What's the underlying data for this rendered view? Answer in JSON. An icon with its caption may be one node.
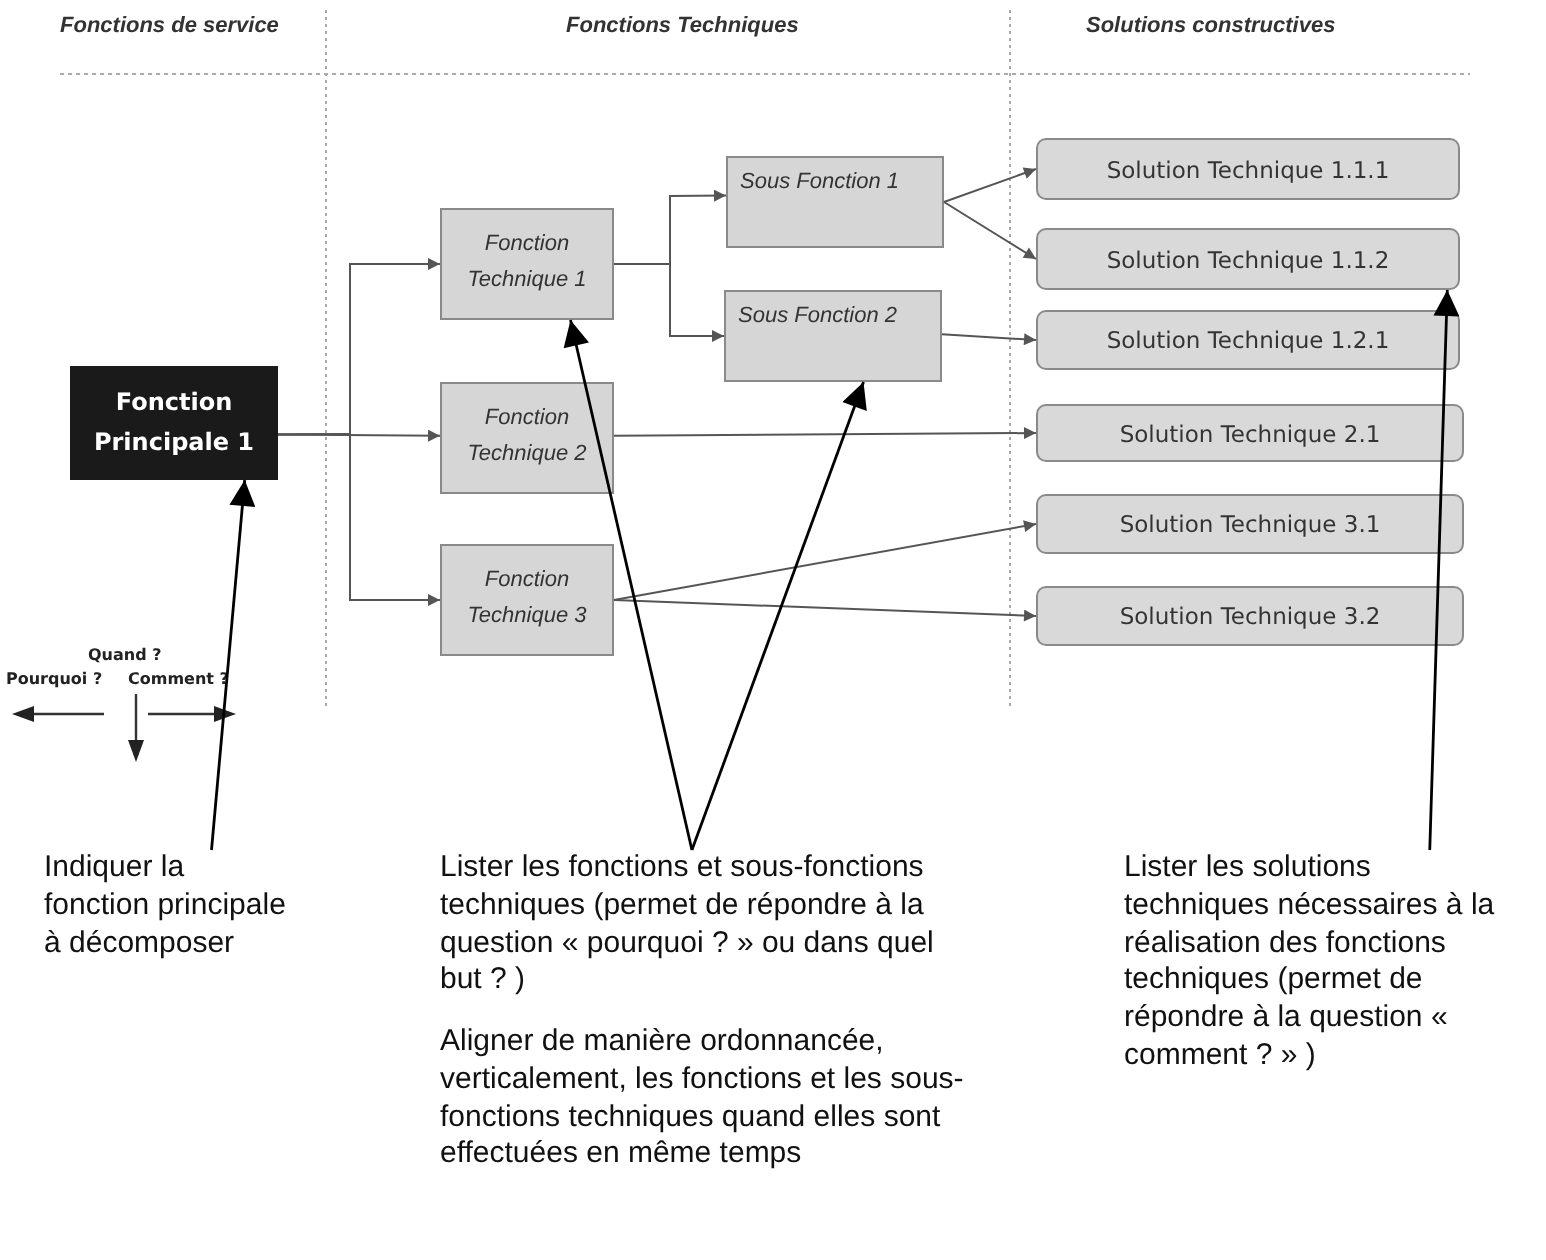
{
  "diagram": {
    "nodes": [
      {
        "text": [
          "Fonction Principale 1"
        ]
      },
      {
        "text": [
          "Fonction Technique 1"
        ]
      },
      {
        "text": [
          "Fonction Technique 2"
        ]
      },
      {
        "text": [
          "Fonction Technique 3"
        ]
      },
      {
        "text": [
          "Sous Fonction 1"
        ]
      },
      {
        "text": [
          "Sous Fonction 2"
        ]
      },
      {
        "text": [
          "Solution Technique 1.1.1"
        ]
      },
      {
        "text": [
          "Solution Technique 1.1.2"
        ]
      },
      {
        "text": [
          "Solution Technique 1.2.1"
        ]
      },
      {
        "text": [
          "Solution Technique 2.1"
        ]
      },
      {
        "text": [
          "Solution Technique 3.1"
        ]
      },
      {
        "text": [
          "Solution Technique 3.2"
        ]
      },
      {
        "text": [
          "Indiquer la fonction principale à décomposer"
        ]
      },
      {
        "text": [
          "Lister les fonctions et sous-fonctions techniques (permet de répondre à la question « pourquoi ? » ou dans quel but ? )",
          "Aligner de manière ordonnancée, verticalement, les fonctions et les sous-fonctions techniques quand elles sont effectuées en même temps"
        ]
      },
      {
        "text": [
          "Lister les solutions techniques nécessaires à la réalisation des fonctions techniques (permet de répondre à la question « comment ? » )"
        ]
      }
    ],
    "edges": [
      {
        "from": 0,
        "to": 1,
        "arrow": "to"
      },
      {
        "from": 0,
        "to": 2,
        "arrow": "to"
      },
      {
        "from": 0,
        "to": 3,
        "arrow": "to"
      },
      {
        "from": 1,
        "to": 4,
        "arrow": "to"
      },
      {
        "from": 1,
        "to": 5,
        "arrow": "to"
      },
      {
        "from": 4,
        "to": 6,
        "arrow": "to"
      },
      {
        "from": 4,
        "to": 7,
        "arrow": "to"
      },
      {
        "from": 5,
        "to": 8,
        "arrow": "to"
      },
      {
        "from": 2,
        "to": 9,
        "arrow": "to"
      },
      {
        "from": 3,
        "to": 10,
        "arrow": "to"
      },
      {
        "from": 3,
        "to": 11,
        "arrow": "to"
      },
      {
        "from": 12,
        "to": 0,
        "arrow": "to",
        "color": "#000000"
      },
      {
        "from": 13,
        "to": 1,
        "arrow": "to",
        "color": "#000000"
      },
      {
        "from": 13,
        "to": 5,
        "arrow": "to",
        "color": "#000000"
      },
      {
        "from": 14,
        "to": 7,
        "arrow": "to",
        "color": "#000000"
      }
    ],
    "labels": [
      "Fonctions de service",
      "Fonctions Techniques",
      "Solutions constructives",
      "Quand ?",
      "Pourquoi ?",
      "Comment ?"
    ]
  }
}
